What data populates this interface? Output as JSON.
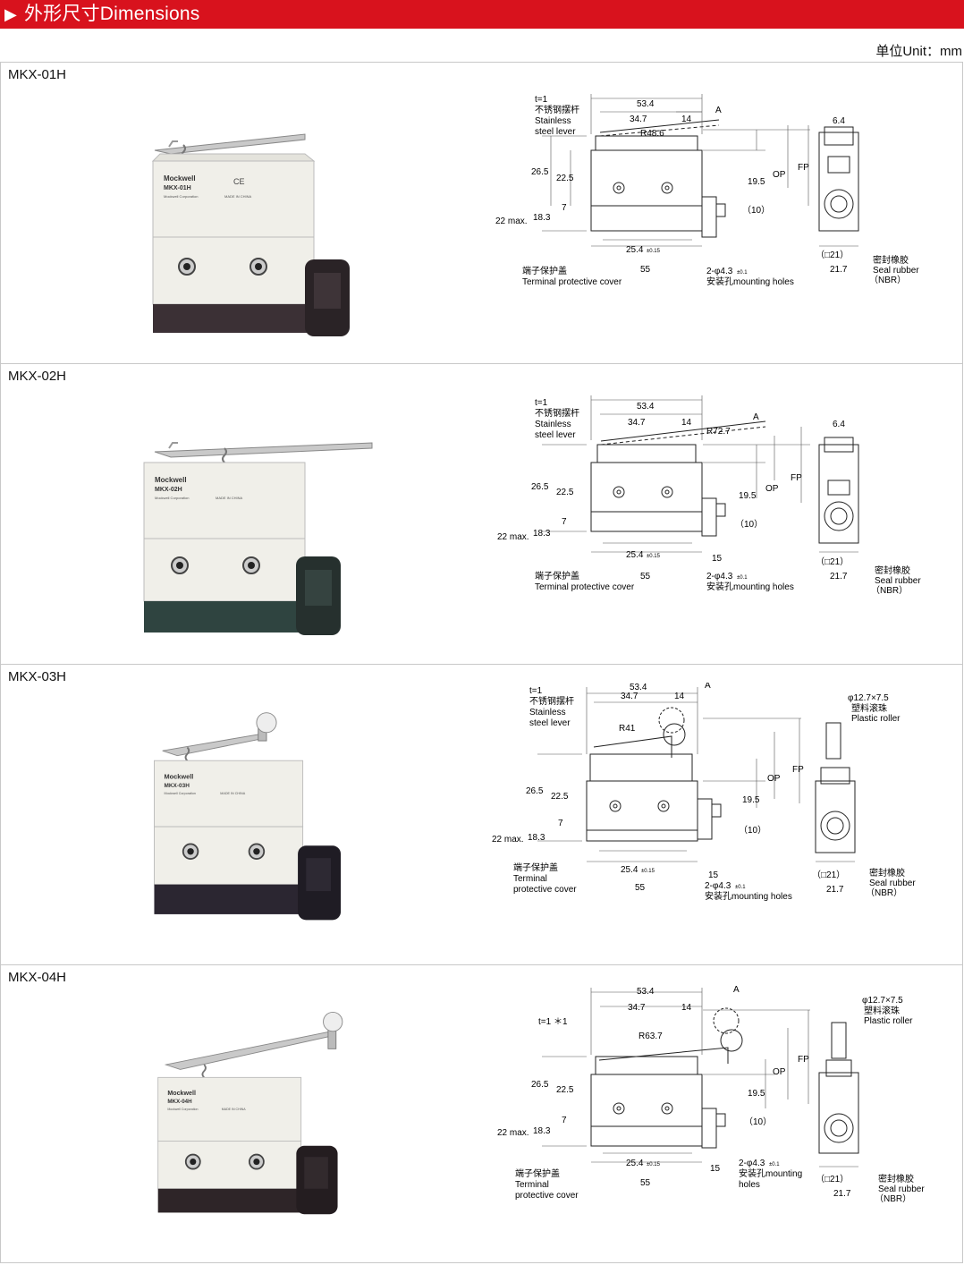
{
  "header": {
    "title": "外形尺寸Dimensions",
    "accent_color": "#d8121d"
  },
  "unit_label": "单位Unit：mm",
  "models": [
    {
      "name": "MKX-01H",
      "photo": {
        "brand": "Mockwell",
        "model": "MKX-01H",
        "corp": "Mockwell Corporation",
        "made": "MADE IN CHINA"
      },
      "dims": {
        "thickness": "t=1",
        "overall": "53.4",
        "d34_7": "34.7",
        "d14": "14",
        "radius": "R48.6",
        "arrow": "A",
        "d26_5": "26.5",
        "d22_5": "22.5",
        "d7": "7",
        "d18_3": "18.3",
        "d22max": "22 max.",
        "d19_5": "19.5",
        "op": "OP",
        "fp": "FP",
        "d10": "（10）",
        "d25_4": "25.4",
        "tol015": "±0.15",
        "d55": "55",
        "d15": "",
        "holes": "2-φ4.3",
        "tol01": "±0.1",
        "d6_4": "6.4",
        "d21": "（□21）",
        "d21_7": "21.7"
      },
      "labels": {
        "lever_zh": "不锈钢摆杆",
        "lever_en1": "Stainless",
        "lever_en2": "steel lever",
        "cover_zh": "端子保护盖",
        "cover_en": "Terminal protective cover",
        "holes_text": "安装孔mounting holes",
        "seal_zh": "密封橡胶",
        "seal_en": "Seal rubber",
        "seal_nbr": "（NBR）"
      }
    },
    {
      "name": "MKX-02H",
      "photo": {
        "brand": "Mockwell",
        "model": "MKX-02H",
        "corp": "Mockwell Corporation",
        "made": "MADE IN CHINA"
      },
      "dims": {
        "thickness": "t=1",
        "overall": "53.4",
        "d34_7": "34.7",
        "d14": "14",
        "radius": "R72.7",
        "arrow": "A",
        "d26_5": "26.5",
        "d22_5": "22.5",
        "d7": "7",
        "d18_3": "18.3",
        "d22max": "22 max.",
        "d19_5": "19.5",
        "op": "OP",
        "fp": "FP",
        "d10": "（10）",
        "d25_4": "25.4",
        "tol015": "±0.15",
        "d55": "55",
        "d15": "15",
        "holes": "2-φ4.3",
        "tol01": "±0.1",
        "d6_4": "6.4",
        "d21": "（□21）",
        "d21_7": "21.7"
      },
      "labels": {
        "lever_zh": "不锈钢摆杆",
        "lever_en1": "Stainless",
        "lever_en2": "steel lever",
        "cover_zh": "端子保护盖",
        "cover_en": "Terminal protective cover",
        "holes_text": "安装孔mounting holes",
        "seal_zh": "密封橡胶",
        "seal_en": "Seal rubber",
        "seal_nbr": "（NBR）"
      }
    },
    {
      "name": "MKX-03H",
      "photo": {
        "brand": "Mockwell",
        "model": "MKX-03H",
        "corp": "Mockwell Corporation",
        "made": "MADE IN CHINA"
      },
      "dims": {
        "thickness": "t=1",
        "overall": "53.4",
        "d34_7": "34.7",
        "d14": "14",
        "radius": "R41",
        "arrow": "A",
        "d26_5": "26.5",
        "d22_5": "22.5",
        "d7": "7",
        "d18_3": "18.3",
        "d22max": "22 max.",
        "d19_5": "19.5",
        "op": "OP",
        "fp": "FP",
        "d10": "（10）",
        "d25_4": "25.4",
        "tol015": "±0.15",
        "d55": "55",
        "d15": "15",
        "holes": "2-φ4.3",
        "tol01": "±0.1",
        "roller": "φ12.7×7.5",
        "d21": "（□21）",
        "d21_7": "21.7"
      },
      "labels": {
        "lever_zh": "不锈钢摆杆",
        "lever_en1": "Stainless",
        "lever_en2": "steel lever",
        "cover_zh": "端子保护盖",
        "cover_en": "Terminal",
        "cover_en2": "protective cover",
        "holes_text": "安装孔mounting holes",
        "roller_zh": "塑料滚珠",
        "roller_en": "Plastic roller",
        "seal_zh": "密封橡胶",
        "seal_en": "Seal rubber",
        "seal_nbr": "（NBR）"
      }
    },
    {
      "name": "MKX-04H",
      "photo": {
        "brand": "Mockwell",
        "model": "MKX-04H",
        "corp": "Mockwell Corporation",
        "made": "MADE IN CHINA"
      },
      "dims": {
        "thickness": "t=1 ＊1",
        "overall": "53.4",
        "d34_7": "34.7",
        "d14": "14",
        "radius": "R63.7",
        "arrow": "A",
        "d26_5": "26.5",
        "d22_5": "22.5",
        "d7": "7",
        "d18_3": "18.3",
        "d22max": "22 max.",
        "d19_5": "19.5",
        "op": "OP",
        "fp": "FP",
        "d10": "（10）",
        "d25_4": "25.4",
        "tol015": "±0.15",
        "d55": "55",
        "d15": "15",
        "holes": "2-φ4.3",
        "tol01": "±0.1",
        "roller": "φ12.7×7.5",
        "d21": "（□21）",
        "d21_7": "21.7"
      },
      "labels": {
        "lever_zh": "",
        "lever_en1": "",
        "lever_en2": "",
        "cover_zh": "端子保护盖",
        "cover_en": "Terminal",
        "cover_en2": "protective cover",
        "holes_text": "安装孔mounting",
        "holes_text2": "holes",
        "roller_zh": "塑料滚珠",
        "roller_en": "Plastic roller",
        "seal_zh": "密封橡胶",
        "seal_en": "Seal rubber",
        "seal_nbr": "（NBR）"
      }
    }
  ]
}
